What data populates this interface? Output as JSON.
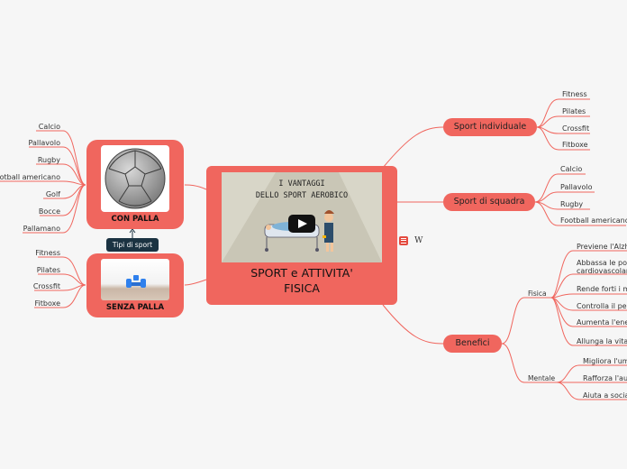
{
  "central": {
    "video_title_line1": "I VANTAGGI",
    "video_title_line2": "DELLO SPORT AEROBICO",
    "title_line1": "SPORT e ATTIVITA'",
    "title_line2": "FISICA"
  },
  "con_palla": {
    "label": "CON PALLA",
    "items": [
      "Calcio",
      "Pallavolo",
      "Rugby",
      "Football americano",
      "Golf",
      "Bocce",
      "Pallamano"
    ]
  },
  "senza_palla": {
    "label": "SENZA PALLA",
    "items": [
      "Fitness",
      "Pilates",
      "Crossfit",
      "Fitboxe"
    ]
  },
  "tooltip": "Tipi di sport",
  "sport_individuale": {
    "label": "Sport individuale",
    "items": [
      "Fitness",
      "Pilates",
      "Crossfit",
      "Fitboxe"
    ]
  },
  "sport_di_squadra": {
    "label": "Sport di squadra",
    "items": [
      "Calcio",
      "Pallavolo",
      "Rugby",
      "Football americano"
    ]
  },
  "benefici": {
    "label": "Benefici",
    "fisica": {
      "label": "Fisica",
      "items": [
        "Previene l'Alzheimer",
        "Abbassa le possibilità di malattie",
        "cardiovascolari",
        "Rende forti i muscoli",
        "Controlla il peso",
        "Aumenta l'energia",
        "Allunga la vita"
      ]
    },
    "mentale": {
      "label": "Mentale",
      "items": [
        "Migliora l'umore",
        "Rafforza l'autostima",
        "Aiuta a socializzare"
      ]
    }
  },
  "toolbar": {
    "menu_icon": "list-icon",
    "w_label": "W"
  }
}
